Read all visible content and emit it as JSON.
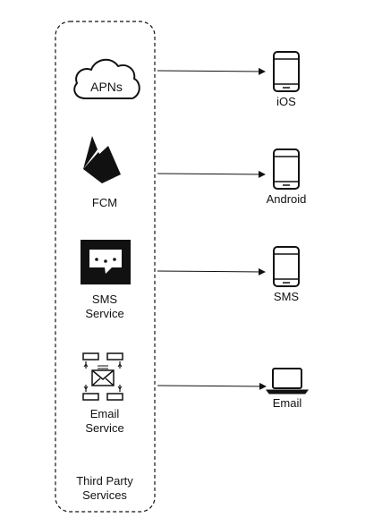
{
  "group": {
    "label_line1": "Third Party",
    "label_line2": "Services"
  },
  "services": [
    {
      "icon": "cloud-icon",
      "inner_label": "APNs"
    },
    {
      "icon": "firebase-icon",
      "label": "FCM"
    },
    {
      "icon": "chat-bubble-icon",
      "label_line1": "SMS",
      "label_line2": "Service"
    },
    {
      "icon": "email-service-icon",
      "label_line1": "Email",
      "label_line2": "Service"
    }
  ],
  "targets": [
    {
      "icon": "phone-icon",
      "label": "iOS"
    },
    {
      "icon": "phone-icon",
      "label": "Android"
    },
    {
      "icon": "phone-icon",
      "label": "SMS"
    },
    {
      "icon": "laptop-icon",
      "label": "Email"
    }
  ]
}
